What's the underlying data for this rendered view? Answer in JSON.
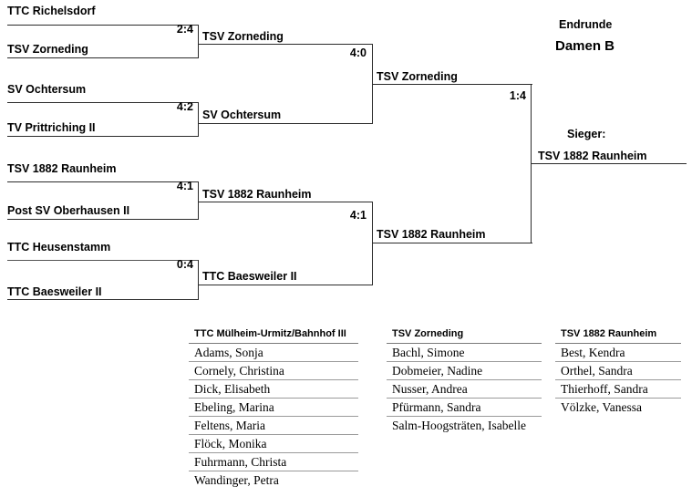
{
  "header": {
    "line1": "Endrunde",
    "line2": "Damen B"
  },
  "winner": {
    "label": "Sieger:",
    "team": "TSV 1882 Raunheim"
  },
  "bracket": {
    "round1": [
      {
        "top": "TTC Richelsdorf",
        "bottom": "TSV Zorneding",
        "score": "2:4"
      },
      {
        "top": "SV Ochtersum",
        "bottom": "TV Prittriching II",
        "score": "4:2"
      },
      {
        "top": "TSV 1882 Raunheim",
        "bottom": "Post SV Oberhausen II",
        "score": "4:1"
      },
      {
        "top": "TTC Heusenstamm",
        "bottom": "TTC Baesweiler II",
        "score": "0:4"
      }
    ],
    "round2": [
      {
        "top": "TSV Zorneding",
        "bottom": "SV Ochtersum",
        "score": "4:0"
      },
      {
        "top": "TSV 1882 Raunheim",
        "bottom": "TTC Baesweiler II",
        "score": "4:1"
      }
    ],
    "round3": [
      {
        "top": "TSV Zorneding",
        "bottom": "TSV 1882 Raunheim",
        "score": "1:4"
      }
    ]
  },
  "rosters": [
    {
      "club": "TTC Mülheim-Urmitz/Bahnhof III",
      "players": [
        "Adams, Sonja",
        "Cornely, Christina",
        "Dick, Elisabeth",
        "Ebeling, Marina",
        "Feltens, Maria",
        "Flöck, Monika",
        "Fuhrmann, Christa",
        "Wandinger, Petra"
      ]
    },
    {
      "club": "TSV Zorneding",
      "players": [
        "Bachl, Simone",
        "Dobmeier, Nadine",
        "Nusser, Andrea",
        "Pfürmann, Sandra",
        "Salm-Hoogsträten, Isabelle"
      ]
    },
    {
      "club": "TSV 1882 Raunheim",
      "players": [
        "Best, Kendra",
        "Orthel, Sandra",
        "Thierhoff, Sandra",
        "Völzke, Vanessa"
      ]
    }
  ],
  "colors": {
    "line": "#2b2b2b",
    "line_light": "#7a7a7a",
    "text": "#000000",
    "background": "#ffffff"
  }
}
